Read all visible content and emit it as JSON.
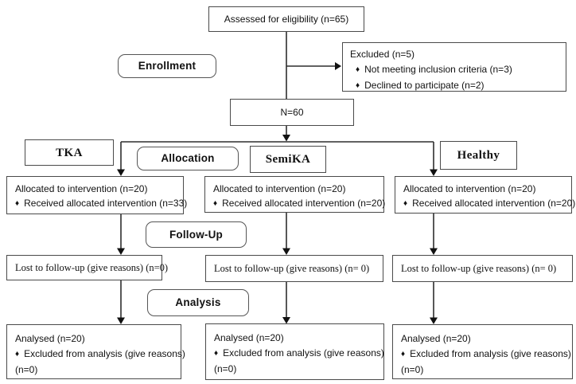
{
  "diagram": {
    "bullet": "♦",
    "boxes": {
      "assessed": "Assessed for eligibility (n=65)",
      "excluded": {
        "title": "Excluded (n=5)",
        "items": [
          "Not meeting inclusion criteria (n=3)",
          "Declined to participate (n=2)"
        ]
      },
      "n60": "N=60",
      "stages": {
        "enrollment": "Enrollment",
        "allocation": "Allocation",
        "followup": "Follow-Up",
        "analysis": "Analysis"
      },
      "groups": {
        "tka": "TKA",
        "semika": "SemiKA",
        "healthy": "Healthy"
      },
      "allocated": {
        "tka": {
          "line1": "Allocated to intervention (n=20)",
          "line2": "Received allocated intervention (n=33)"
        },
        "semika": {
          "line1": "Allocated to intervention (n=20)",
          "line2": "Received allocated intervention (n=20)"
        },
        "healthy": {
          "line1": "Allocated to intervention (n=20)",
          "line2": "Received allocated intervention (n=20)"
        }
      },
      "lost": {
        "tka": "Lost to follow-up (give reasons) (n=0)",
        "semika": "Lost to follow-up (give reasons) (n= 0)",
        "healthy": "Lost to follow-up (give reasons) (n= 0)"
      },
      "analysed": {
        "tka": {
          "line1": "Analysed (n=20)",
          "line2": "Excluded from analysis (give reasons)",
          "line3": "(n=0)"
        },
        "semika": {
          "line1": "Analysed (n=20)",
          "line2": "Excluded from analysis (give reasons)",
          "line3": "(n=0)"
        },
        "healthy": {
          "line1": "Analysed (n=20)",
          "line2": "Excluded from analysis (give reasons)",
          "line3": "(n=0)"
        }
      }
    },
    "colors": {
      "border": "#4a4a4a",
      "text": "#111111",
      "background": "#ffffff",
      "line": "#2e2e2e"
    }
  }
}
